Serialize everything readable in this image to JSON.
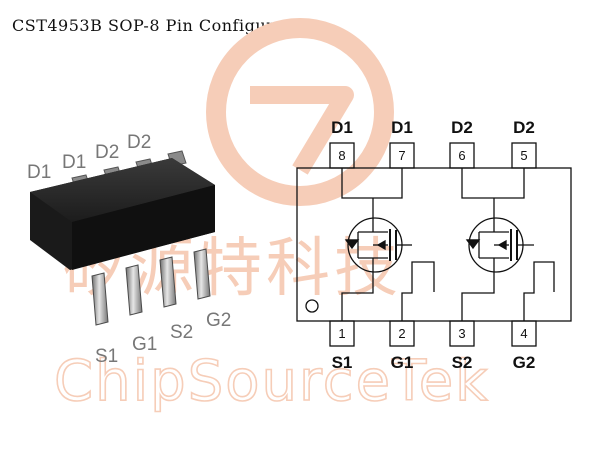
{
  "title": "CST4953B SOP-8 Pin Configuration",
  "watermark": {
    "chinese_text": "矽源特科技",
    "english_text": "ChipSourceTek",
    "logo_icon": "circled-G-logo",
    "color": "#f6cdb8"
  },
  "package": {
    "top_labels": [
      "D1",
      "D1",
      "D2",
      "D2"
    ],
    "bottom_labels": [
      "S1",
      "G1",
      "S2",
      "G2"
    ]
  },
  "schematic": {
    "top_pins": [
      {
        "name": "D1",
        "number": "8"
      },
      {
        "name": "D1",
        "number": "7"
      },
      {
        "name": "D2",
        "number": "6"
      },
      {
        "name": "D2",
        "number": "5"
      }
    ],
    "bottom_pins": [
      {
        "name": "S1",
        "number": "1"
      },
      {
        "name": "G1",
        "number": "2"
      },
      {
        "name": "S2",
        "number": "3"
      },
      {
        "name": "G2",
        "number": "4"
      }
    ]
  }
}
